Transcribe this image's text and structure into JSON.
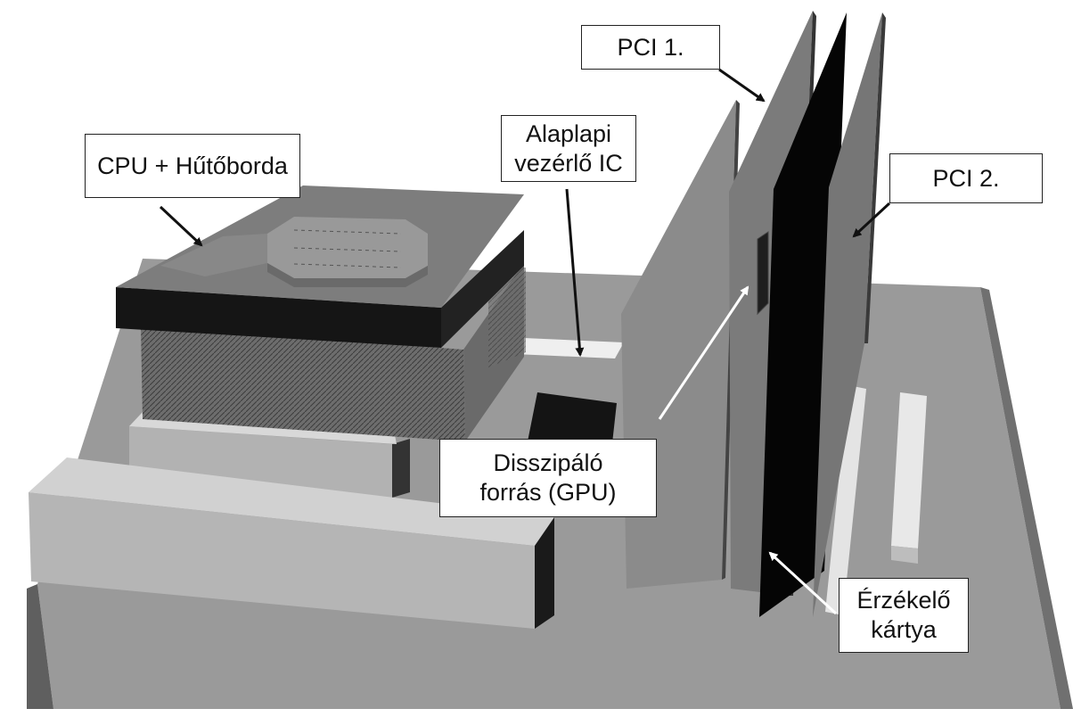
{
  "labels": {
    "pci1": "PCI 1.",
    "pci2": "PCI 2.",
    "cpu": "CPU + Hűtőborda",
    "ic_line1": "Alaplapi",
    "ic_line2": "vezérlő IC",
    "gpu_line1": "Disszipáló",
    "gpu_line2": "forrás (GPU)",
    "sensor_line1": "Érzékelő",
    "sensor_line2": "kártya"
  },
  "colors": {
    "board": "#9a9a9a",
    "board_edge": "#5a5a5a",
    "slot_light": "#e6e6e6",
    "block_light": "#bdbdbd",
    "heatsink_top": "#7d7d7d",
    "heatsink_band": "#151515",
    "pci_card": "#7b7b7b",
    "sensor_card": "#050505"
  }
}
